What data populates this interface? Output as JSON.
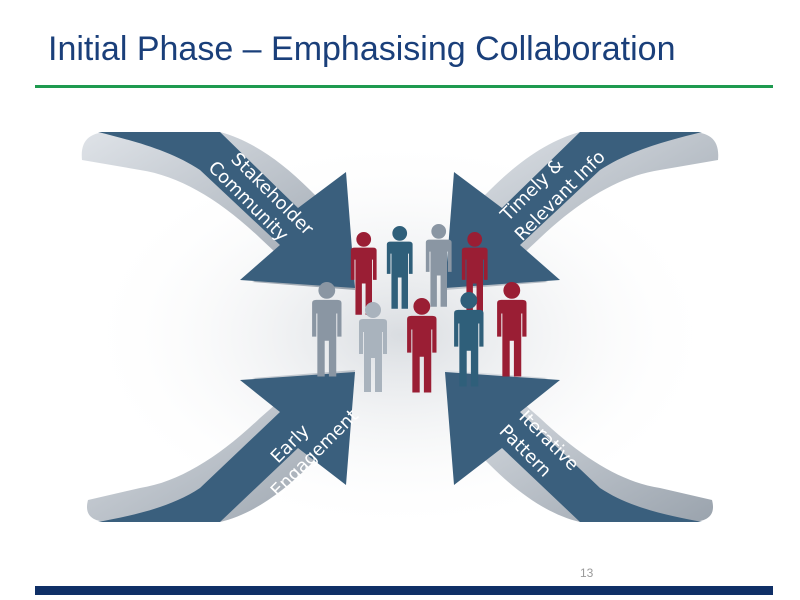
{
  "slide": {
    "title": "Initial Phase – Emphasising Collaboration",
    "page_number": "13"
  },
  "diagram": {
    "arrows": [
      {
        "lines": [
          "Stakeholder",
          "Community"
        ]
      },
      {
        "lines": [
          "Timely &",
          "Relevant Info"
        ]
      },
      {
        "lines": [
          "Early",
          "Engagement"
        ]
      },
      {
        "lines": [
          "Iterative",
          "Pattern"
        ]
      }
    ],
    "colors": {
      "arrow": "#3a5f7d",
      "arrow_dark": "#2a4a63",
      "person_red": "#9a1e34",
      "person_teal": "#2f5f7a",
      "person_gray": "#8a96a3",
      "person_light": "#a9b3bd"
    },
    "icons": [
      "arrow-shape",
      "person-icon"
    ]
  },
  "colors": {
    "title": "#1a3f7a",
    "rule_top": "#1e9a4f",
    "rule_bottom": "#0f2f66"
  }
}
